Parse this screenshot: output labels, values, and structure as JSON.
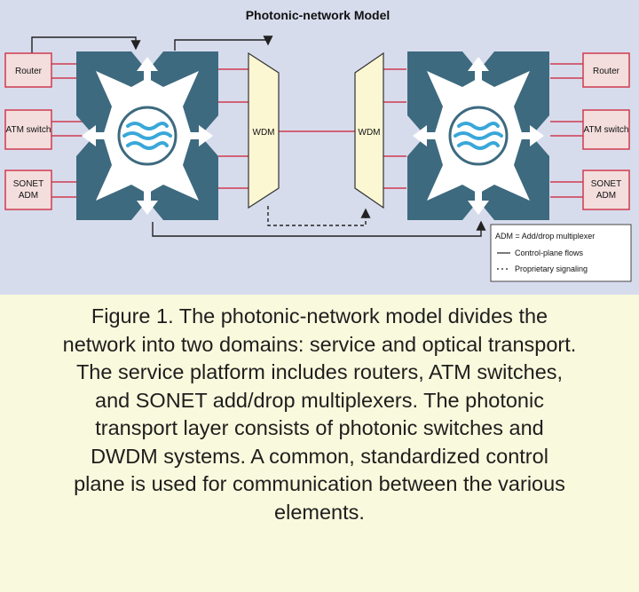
{
  "diagram": {
    "title": "Photonic-network Model",
    "left_devices": [
      "Router",
      "ATM switch",
      "SONET ADM"
    ],
    "right_devices": [
      "Router",
      "ATM switch",
      "SONET ADM"
    ],
    "left_wdm": "WDM",
    "right_wdm": "WDM",
    "legend": {
      "abbrev": "ADM = Add/drop multiplexer",
      "solid": "Control-plane flows",
      "dashed": "Proprietary signaling"
    },
    "colors": {
      "background": "#d7dced",
      "switch": "#3d6a7f",
      "device_box": "#f3dedd",
      "wdm": "#fbf7d3",
      "link": "#cf3b4f",
      "caption_bg": "#f9f9dd"
    }
  },
  "caption": {
    "lines": [
      "Figure 1. The photonic-network model divides the",
      "network into two domains: service and optical transport.",
      "The service platform includes routers, ATM switches,",
      "and SONET add/drop multiplexers. The photonic",
      "transport layer consists of photonic switches and",
      "DWDM systems. A common, standardized control",
      "plane is used for communication between the various",
      "elements."
    ]
  }
}
